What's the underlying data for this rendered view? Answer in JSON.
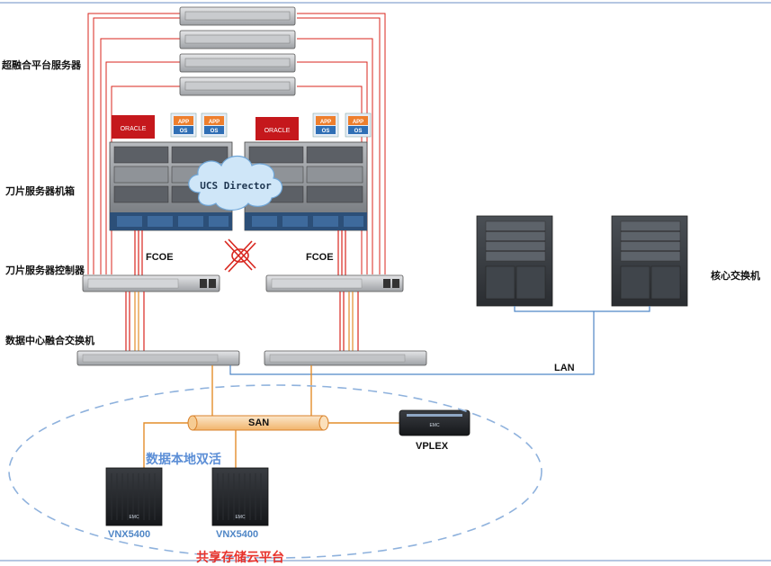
{
  "labels": {
    "hci_servers": "超融合平台服务器",
    "blade_chassis": "刀片服务器机箱",
    "blade_controller": "刀片服务器控制器",
    "dc_switch": "数据中心融合交换机",
    "core_switch": "核心交换机",
    "fcoe_left": "FCOE",
    "fcoe_right": "FCOE",
    "ucs_director": "UCS Director",
    "san": "SAN",
    "lan": "LAN",
    "vplex": "VPLEX",
    "active_active": "数据本地双活",
    "vnx_left": "VNX5400",
    "vnx_right": "VNX5400",
    "shared_storage": "共享存储云平台",
    "oracle": "ORACLE",
    "app": "APP",
    "os": "OS",
    "emc": "EMC"
  },
  "colors": {
    "red_link": "#d8261e",
    "blue_link": "#4f86c6",
    "orange_link": "#e38d2a",
    "frame_line": "#6b8fc5",
    "oracle_red": "#c5181c",
    "chassis_gray": "#7a7d82",
    "cloud_blue": "#cfe6f8",
    "dashed_ellipse": "#8fb2dd"
  }
}
